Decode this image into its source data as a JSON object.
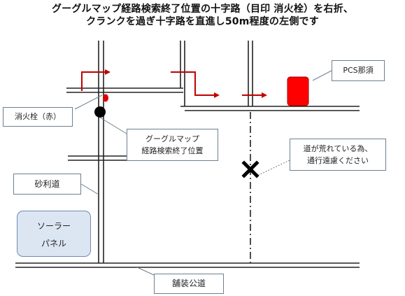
{
  "title": {
    "line1": "グーグルマップ経路検索終了位置の十字路（目印 消火栓）を右折、",
    "line2": "クランクを過ぎ十字路を直進し50m程度の左側です"
  },
  "labels": {
    "hydrant": "消火栓（赤）",
    "google_end_line1": "グーグルマップ",
    "google_end_line2": "経路検索終了位置",
    "pcs": "PCS那須",
    "rough_road_line1": "道が荒れている為、",
    "rough_road_line2": "通行遠慮ください",
    "gravel_road": "砂利道",
    "solar_line1": "ソーラー",
    "solar_line2": "パネル",
    "paved_road": "舗装公道"
  },
  "colors": {
    "route_arrow": "#c00000",
    "hydrant": "#dd0000",
    "pcs_marker": "#ff0000",
    "solar_fill": "#dce6f2",
    "road_line": "#222222"
  },
  "icons": {
    "end_point": "black-dot-icon",
    "blocked": "x-mark-icon"
  }
}
